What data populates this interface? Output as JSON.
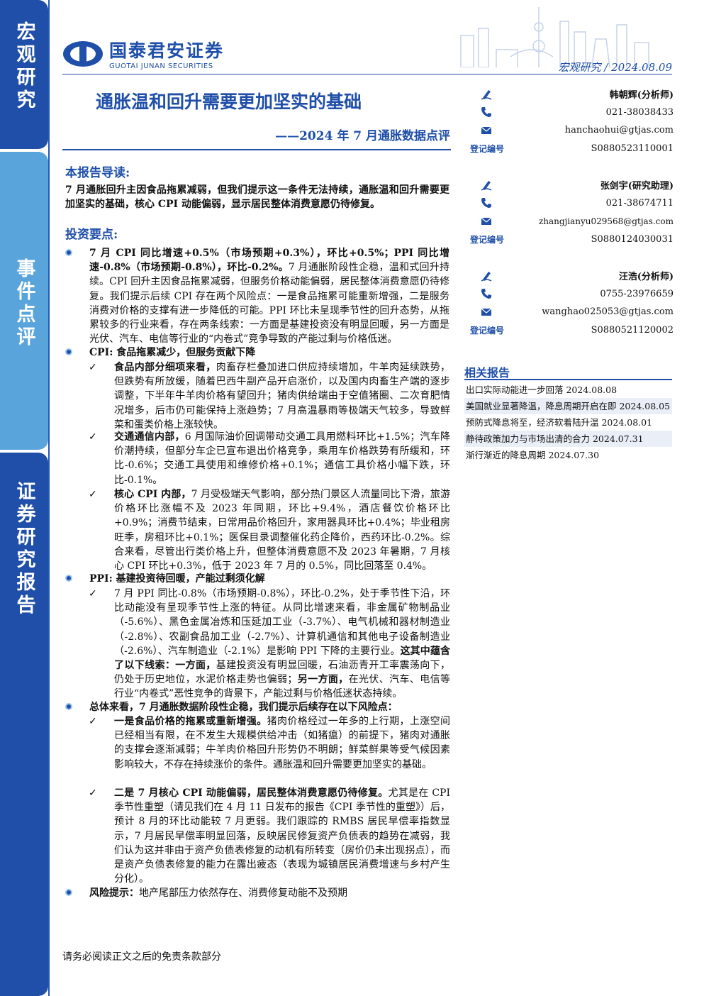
{
  "sidebar": {
    "block1": "宏观研究",
    "block2": "事件点评",
    "block3": "证券研究报告"
  },
  "header": {
    "company_cn": "国泰君安证券",
    "company_en": "GUOTAI JUNAN SECURITIES",
    "breadcrumb": "宏观研究 / 2024.08.09"
  },
  "title": "通胀温和回升需要更加坚实的基础",
  "subtitle": "——2024 年 7 月通胀数据点评",
  "guide": {
    "heading": "本报告导读:",
    "text": "7 月通胀回升主因食品拖累减弱，但我们提示这一条件无法持续，通胀温和回升需要更加坚实的基础，核心 CPI 动能偏弱，显示居民整体消费意愿仍待修复。"
  },
  "points": {
    "heading": "投资要点:",
    "b1_bold": "7 月 CPI 同比增速+0.5%（市场预期+0.3%），环比+0.5%；PPI 同比增速-0.8%（市场预期-0.8%），环比-0.2%。",
    "b1_text": "7 月通胀阶段性企稳，温和式回升持续。CPI 回升主因食品拖累减弱，但服务价格动能偏弱，居民整体消费意愿仍待修复。我们提示后续 CPI 存在两个风险点：一是食品拖累可能重新增强，二是服务消费对价格的支撑有进一步降低的可能。PPI 环比未呈现季节性的回升态势，从拖累较多的行业来看，存在两条线索：一方面是基建投资没有明显回暖，另一方面是光伏、汽车、电信等行业的“内卷式”竞争导致的产能过剩与价格低迷。",
    "b2_lead": "CPI: ",
    "b2_bold": "食品拖累减少，但服务贡献下降",
    "c1_bold": "食品内部分细项来看，",
    "c1_text": "肉畜存栏叠加进口供应持续增加，牛羊肉延续跌势，但跌势有所放缓，随着巴西牛副产品开启涨价，以及国内肉畜生产端的逐步调整，下半年牛羊肉价格有望回升；猪肉供给端由于空值猪圈、二次育肥情况增多，后市仍可能保持上涨趋势；7 月高温暴雨等极端天气较多，导致鲜菜和蛋类价格上涨较快。",
    "c2_bold": "交通通信内部，",
    "c2_text": "6 月国际油价回调带动交通工具用燃料环比+1.5%；汽车降价潮持续，但部分车企已宣布退出价格竞争，乘用车价格跌势有所缓和，环比-0.6%；交通工具使用和维修价格+0.1%；通信工具价格小幅下跌，环比-0.1%。",
    "c3_bold": "核心 CPI 内部，",
    "c3_text": "7 月受极端天气影响，部分热门景区人流量同比下滑，旅游价格环比涨幅不及 2023 年同期，环比+9.4%，酒店餐饮价格环比+0.9%；消费节结束，日常用品价格回升，家用器具环比+0.4%；毕业租房旺季，房租环比+0.1%；医保目录调整催化药企降价，西药环比-0.2%。综合来看，尽管出行类价格上升，但整体消费意愿不及 2023 年暑期，7 月核心 CPI 环比+0.3%，低于 2023 年 7 月的 0.5%，同比回落至 0.4%。",
    "b3_lead": "PPI: ",
    "b3_bold": "基建投资待回暖，产能过剩须化解",
    "c4_text": "7 月 PPI 同比-0.8%（市场预期-0.8%），环比-0.2%，处于季节性下沿，环比动能没有呈现季节性上涨的特征。从同比增速来看，非金属矿物制品业（-5.6%）、黑色金属冶炼和压延加工业（-3.7%）、电气机械和器材制造业（-2.8%）、农副食品加工业（-2.7%）、计算机通信和其他电子设备制造业（-2.6%）、汽车制造业（-2.1%）是影响 PPI 下降的主要行业。",
    "c4_bold1": "这其中蕴含了以下线索：一方面，",
    "c4_text2": "基建投资没有明显回暖，石油沥青开工率震荡向下，仍处于历史地位，水泥价格走势也偏弱；",
    "c4_bold2": "另一方面，",
    "c4_text3": "在光伏、汽车、电信等行业“内卷式”恶性竞争的背景下，产能过剩与价格低迷状态持续。",
    "b4_bold": "总体来看，7 月通胀数据阶段性企稳，我们提示后续存在以下风险点：",
    "c5_bold": "一是食品价格的拖累或重新增强。",
    "c5_text": "猪肉价格经过一年多的上行期，上涨空间已经相当有限，在不发生大规模供给冲击（如猪瘟）的前提下，猪肉对通胀的支撑会逐渐减弱；牛羊肉价格回升形势仍不明朗；鲜菜鲜果等受气候因素影响较大，不存在持续涨价的条件。通胀温和回升需要更加坚实的基础。",
    "c6_bold": "二是 7 月核心 CPI 动能偏弱，居民整体消费意愿仍待修复。",
    "c6_text": "尤其是在 CPI 季节性重塑（请见我们在 4 月 11 日发布的报告《CPI 季节性的重塑》）后，预计 8 月的环比动能较 7 月更弱。我们跟踪的 RMBS 居民早偿率指数显示，7 月居民早偿率明显回落，反映居民修复资产负债表的趋势在减弱，我们认为这并非由于资产负债表修复的动机有所转变（房价仍未出现拐点），而是资产负债表修复的能力在露出疲态（表现为城镇居民消费增速与乡村产生分化）。",
    "b5_bold": "风险提示：",
    "b5_text": "地产尾部压力依然存在、消费修复动能不及预期"
  },
  "authors": [
    {
      "name": "韩朝辉(分析师)",
      "phone": "021-38038433",
      "email": "hanchaohui@gtjas.com",
      "reg_label": "登记编号",
      "reg": "S0880523110001"
    },
    {
      "name": "张剑宇(研究助理)",
      "phone": "021-38674711",
      "email": "zhangjianyu029568@gtjas.com",
      "reg_label": "登记编号",
      "reg": "S0880124030031"
    },
    {
      "name": "汪浩(分析师)",
      "phone": "0755-23976659",
      "email": "wanghao025053@gtjas.com",
      "reg_label": "登记编号",
      "reg": "S0880521120002"
    }
  ],
  "related": {
    "heading": "相关报告",
    "items": [
      "出口实际动能进一步回落 2024.08.08",
      "美国就业显著降温，降息周期开启在即 2024.08.05",
      "预防式降息将至，经济软着陆升温 2024.08.01",
      "静待政策加力与市场出清的合力 2024.07.31",
      "渐行渐近的降息周期 2024.07.30"
    ]
  },
  "footer": "请务必阅读正文之后的免责条款部分",
  "colors": {
    "brand": "#1f4fa8",
    "light": "#5aa4dc"
  }
}
